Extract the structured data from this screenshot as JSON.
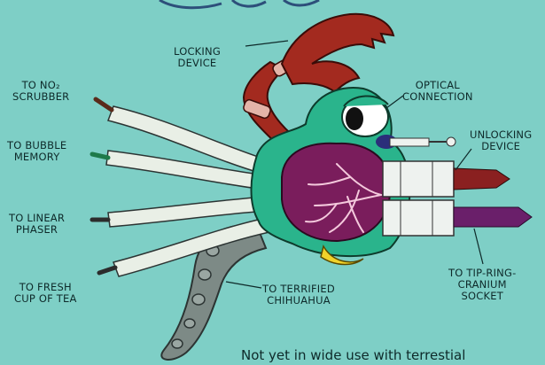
{
  "labels": {
    "no2_scrubber": [
      "TO NO₂",
      "SCRUBBER"
    ],
    "bubble_memory": [
      "TO BUBBLE",
      "MEMORY"
    ],
    "linear_phaser": [
      "TO LINEAR",
      "PHASER"
    ],
    "fresh_tea": [
      "TO FRESH",
      "CUP OF TEA"
    ],
    "locking_device": [
      "LOCKING",
      "DEVICE"
    ],
    "optical_connection": [
      "OPTICAL",
      "CONNECTION"
    ],
    "unlocking_device": [
      "UNLOCKING",
      "DEVICE"
    ],
    "tip_ring_cranium": [
      "TO TIP-RING-",
      "CRANIUM",
      "SOCKET"
    ],
    "terrified_chihuahua": [
      "TO TERRIFIED",
      "CHIHUAHUA"
    ]
  },
  "caption": "Not yet in wide use with terrestial",
  "colors": {
    "background": "#7ecfc6",
    "claw": "#a32a1f",
    "body": "#2ab48c",
    "brain": "#7a1d5c",
    "cable": "#e9efe6",
    "tentacle": "#7d8a86"
  }
}
